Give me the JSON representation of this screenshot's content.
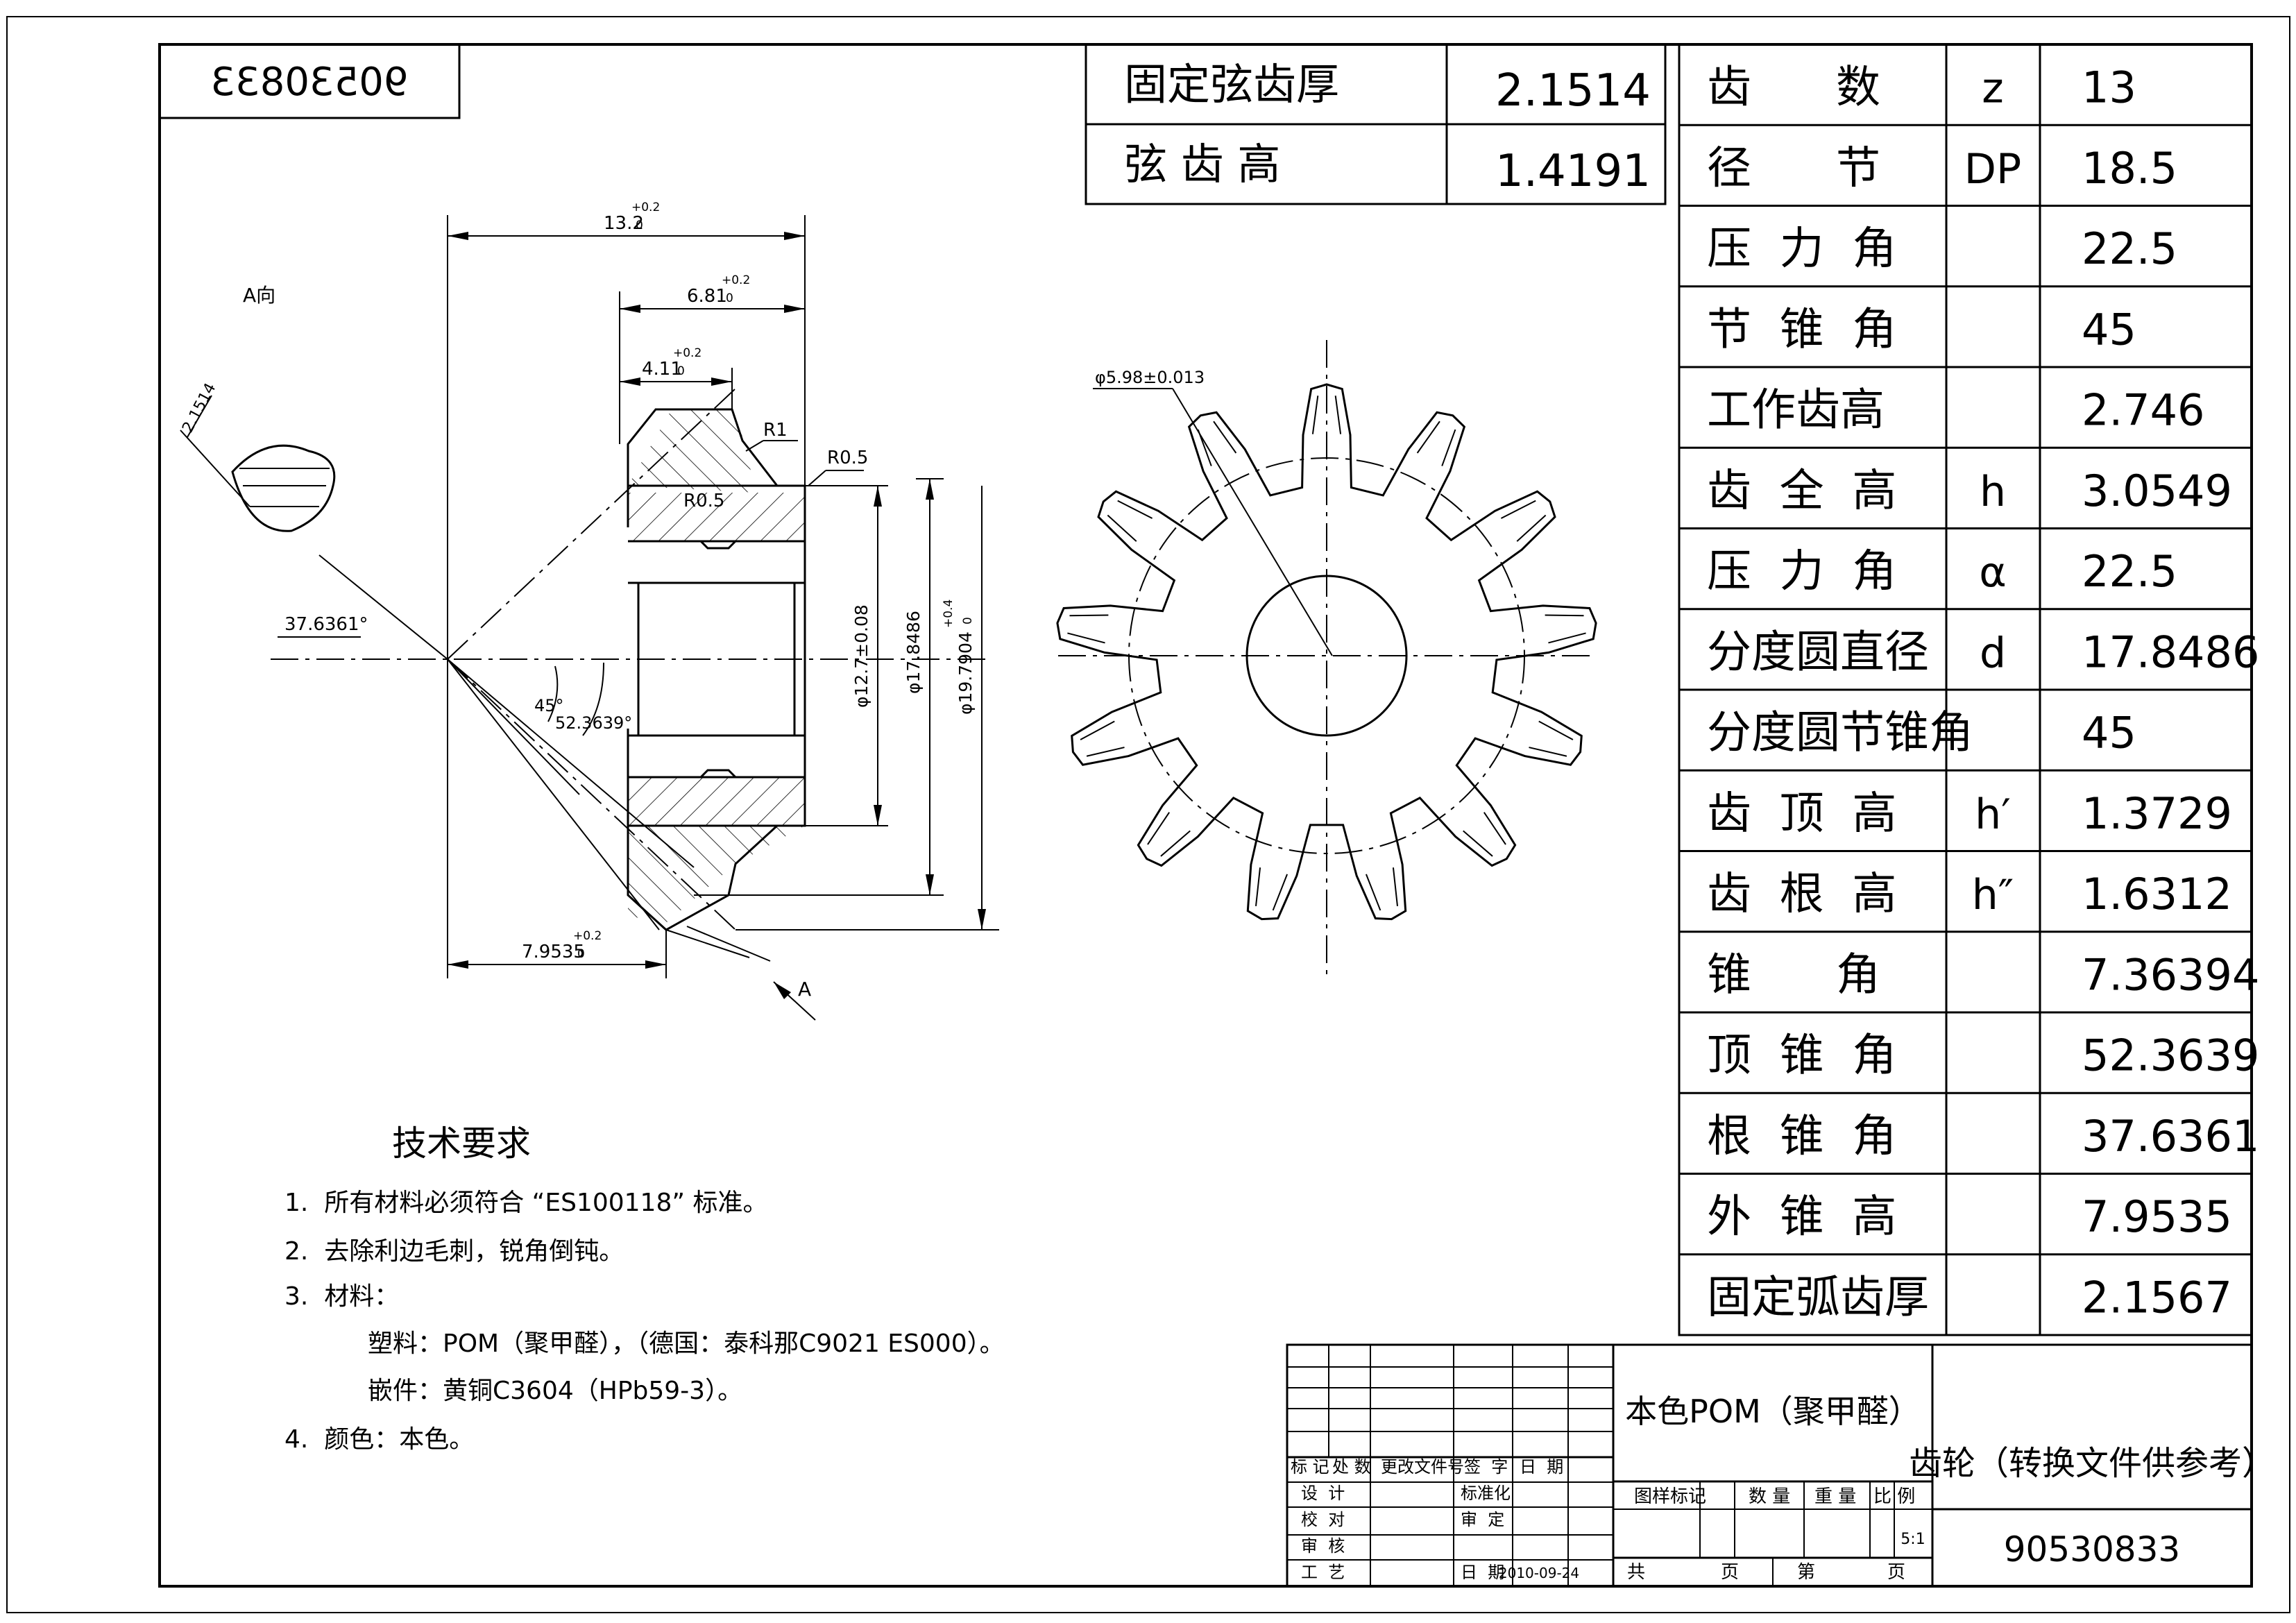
{
  "drawing": {
    "mirror_number": "90530833",
    "view_a_label": "A向",
    "arrow_a_label": "A"
  },
  "dimensions": {
    "width_total": "13.2",
    "width_total_tol": "+0.2",
    "width_total_tol_low": "0",
    "width_mid": "6.81",
    "width_mid_tol": "+0.2",
    "width_mid_tol_low": "0",
    "width_small": "4.11",
    "width_small_tol": "+0.2",
    "width_small_tol_low": "0",
    "chord": "2.1514",
    "r1": "R1",
    "r05a": "R0.5",
    "r05b": "R0.5",
    "angle_root": "37.6361°",
    "angle_pitch": "45°",
    "angle_face": "52.3639°",
    "dia_bore": "φ12.7±0.08",
    "dia_pitch": "φ17.8486",
    "dia_outer": "φ19.7904",
    "dia_outer_tol": "+0.4",
    "dia_outer_tol_low": "0",
    "mount": "7.9535",
    "mount_tol": "+0.2",
    "mount_tol_low": "0",
    "pin_dia": "φ5.98±0.013"
  },
  "top_table": [
    {
      "label": "固定弦齿厚",
      "value": "2.1514"
    },
    {
      "label": "弦 齿 高",
      "value": "1.4191"
    }
  ],
  "param_table": [
    {
      "label": "齿      数",
      "symbol": "z",
      "value": "13"
    },
    {
      "label": "径      节",
      "symbol": "DP",
      "value": "18.5"
    },
    {
      "label": "压  力  角",
      "symbol": "",
      "value": "22.5"
    },
    {
      "label": "节  锥  角",
      "symbol": "",
      "value": "45"
    },
    {
      "label": "工作齿高",
      "symbol": "",
      "value": "2.746"
    },
    {
      "label": "齿  全  高",
      "symbol": "h",
      "value": "3.0549"
    },
    {
      "label": "压  力  角",
      "symbol": "α",
      "value": "22.5"
    },
    {
      "label": "分度圆直径",
      "symbol": "d",
      "value": "17.8486"
    },
    {
      "label": "分度圆节锥角",
      "symbol": "",
      "value": "45"
    },
    {
      "label": "齿  顶  高",
      "symbol": "h′",
      "value": "1.3729"
    },
    {
      "label": "齿  根  高",
      "symbol": "h″",
      "value": "1.6312"
    },
    {
      "label": "锥      角",
      "symbol": "",
      "value": "7.36394"
    },
    {
      "label": "顶  锥  角",
      "symbol": "",
      "value": "52.3639"
    },
    {
      "label": "根  锥  角",
      "symbol": "",
      "value": "37.6361"
    },
    {
      "label": "外  锥  高",
      "symbol": "",
      "value": "7.9535"
    },
    {
      "label": "固定弧齿厚",
      "symbol": "",
      "value": "2.1567"
    }
  ],
  "notes": {
    "title": "技术要求",
    "items": [
      "1.  所有材料必须符合 “ES100118” 标准。",
      "2.  去除利边毛刺，锐角倒钝。",
      "3.  材料：",
      "塑料：POM（聚甲醛），（德国：泰科那C9021 ES000）。",
      "嵌件：黄铜C3604（HPb59-3）。",
      "4.  颜色：本色。"
    ]
  },
  "title_block": {
    "material": "本色POM（聚甲醛）",
    "part_name": "齿轮（转换文件供参考）",
    "part_number": "90530833",
    "scale": "5:1",
    "date": "2010-09-24",
    "headers": {
      "mark": "标 记",
      "zones": "处 数",
      "change_doc": "更改文件号",
      "sign": "签  字",
      "date": "日  期",
      "design": "设  计",
      "check": "校  对",
      "review": "审  核",
      "process": "工  艺",
      "standard": "标准化",
      "approve": "审  定",
      "date2": "日  期",
      "stage": "图样标记",
      "qty": "数 量",
      "weight": "重 量",
      "ratio": "比 例",
      "total": "共",
      "page": "页",
      "sheet": "第",
      "page2": "页"
    }
  }
}
